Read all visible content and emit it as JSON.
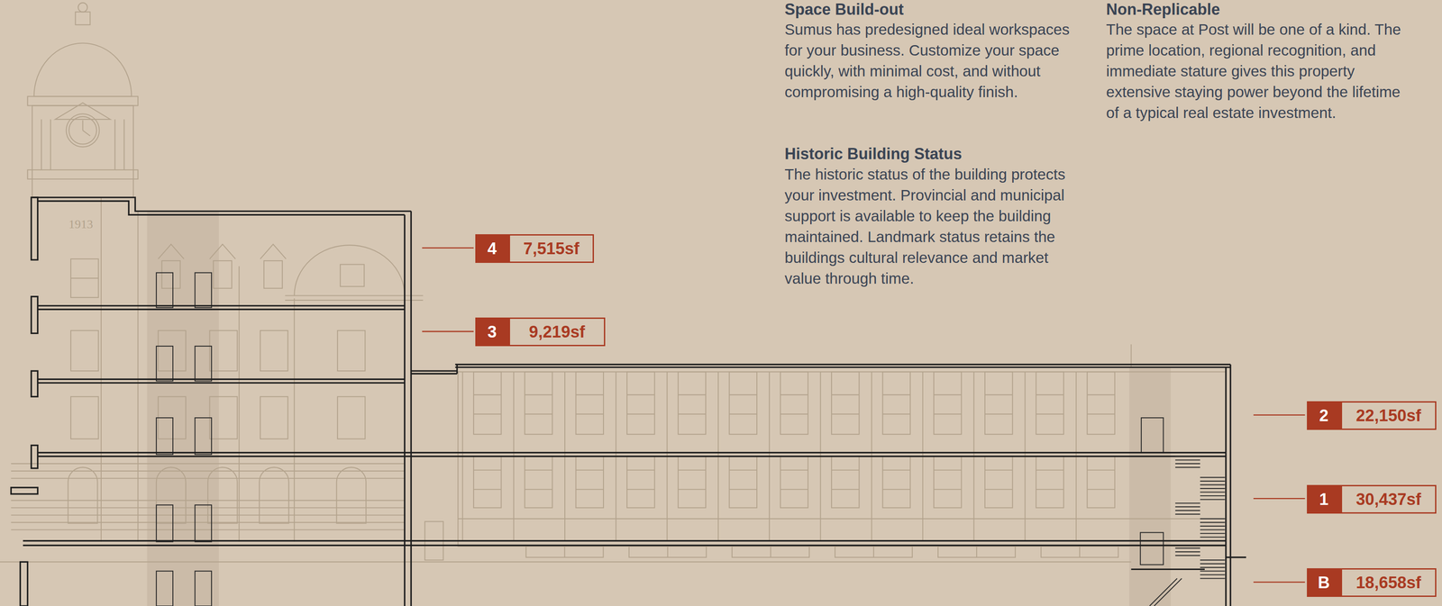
{
  "diagram": {
    "nodes": [
      {
        "text": [
          "4",
          "7,515sf"
        ]
      },
      {
        "text": [
          "3",
          "9,219sf"
        ]
      },
      {
        "text": [
          "2",
          "22,150sf"
        ]
      },
      {
        "text": [
          "1",
          "30,437sf"
        ]
      },
      {
        "text": [
          "B",
          "18,658sf"
        ]
      }
    ],
    "labels": [
      "Space Build-out",
      "Sumus has predesigned ideal workspaces for your business. Customize your space quickly, with minimal cost, and without compromising a high-quality finish.",
      "Historic Building Status",
      "The historic status of the building protects your investment. Provincial and municipal support is available to keep the building maintained. Landmark status retains the buildings cultural relevance and market value through time.",
      "Non-Replicable",
      "The space at Post will be one of a kind. The prime location, regional recognition, and immediate stature gives this property extensive staying power beyond the lifetime of a typical real estate investment.",
      "1913"
    ]
  }
}
